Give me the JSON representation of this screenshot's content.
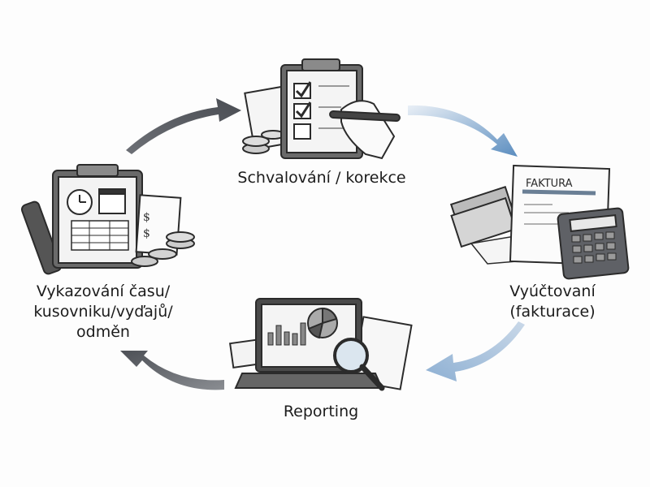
{
  "diagram": {
    "type": "cycle",
    "steps": [
      {
        "id": "timesheet",
        "label_lines": [
          "Vykazování času/",
          "kusovniku/vyďajů/",
          "odměn"
        ],
        "icon": "clipboard-clock-timesheet-icon"
      },
      {
        "id": "approval",
        "label_lines": [
          "Schvalování / korekce"
        ],
        "icon": "clipboard-checklist-hand-icon"
      },
      {
        "id": "billing",
        "label_lines": [
          "Vyúčtovaní",
          "(fakturace)"
        ],
        "icon": "invoice-calculator-money-icon",
        "invoice_title": "FAKTURA"
      },
      {
        "id": "reporting",
        "label_lines": [
          "Reporting"
        ],
        "icon": "laptop-charts-magnifier-icon"
      }
    ],
    "arrows": [
      {
        "from": "timesheet",
        "to": "approval",
        "color": "#5a5d63"
      },
      {
        "from": "approval",
        "to": "billing",
        "color": "#6f9bc6"
      },
      {
        "from": "billing",
        "to": "reporting",
        "color": "#9db8d6"
      },
      {
        "from": "reporting",
        "to": "timesheet",
        "color": "#5a5d63"
      }
    ]
  }
}
